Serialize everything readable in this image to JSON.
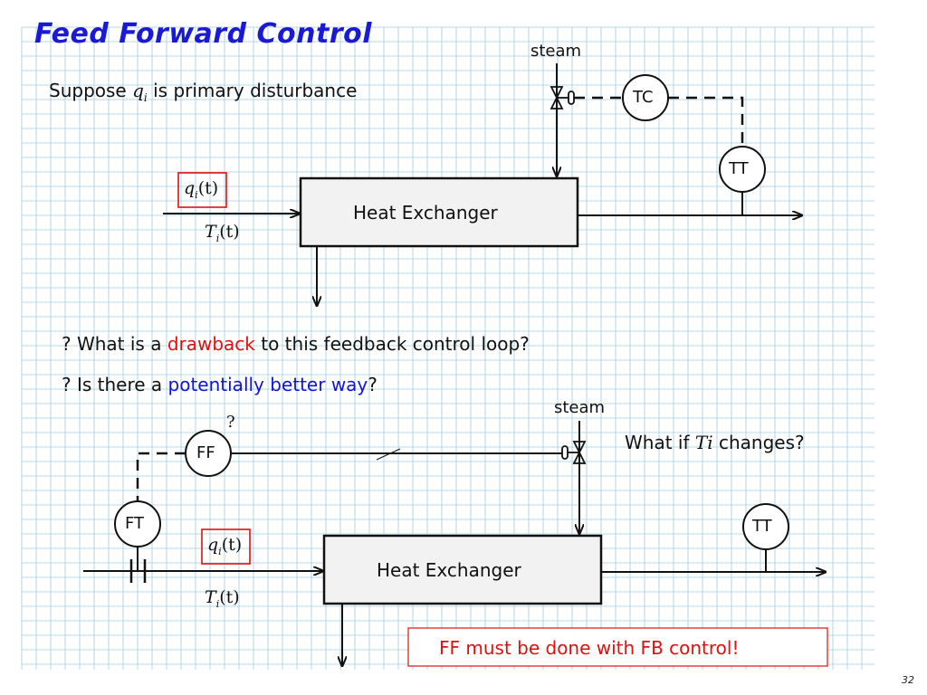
{
  "slide": {
    "title": "Feed Forward Control",
    "page_number": "32"
  },
  "top": {
    "suppose_prefix": "Suppose",
    "suppose_var": "q",
    "suppose_sub": "i",
    "suppose_suffix": "is primary disturbance",
    "steam_label": "steam",
    "tc_label": "TC",
    "tt_label": "TT",
    "exchanger_label": "Heat Exchanger",
    "qi_label": "q",
    "qi_sub": "i",
    "qi_arg": "(t)",
    "ti_label": "T",
    "ti_sub": "i",
    "ti_arg": "(t)"
  },
  "questions": {
    "q1_prefix": "? What is a",
    "q1_highlight": "drawback",
    "q1_suffix": "to this feedback control loop?",
    "q2_prefix": "? Is there a",
    "q2_highlight": "potentially better way",
    "q2_suffix": "?"
  },
  "bottom": {
    "steam_label": "steam",
    "question_mark": "?",
    "ff_label": "FF",
    "ft_label": "FT",
    "tt_label": "TT",
    "exchanger_label": "Heat Exchanger",
    "qi_label": "q",
    "qi_sub": "i",
    "qi_arg": "(t)",
    "ti_label": "T",
    "ti_sub": "i",
    "ti_arg": "(t)",
    "whatif_prefix": "What if",
    "whatif_var": "Ti",
    "whatif_suffix": "changes?",
    "note": "FF must be done with FB control!"
  },
  "colors": {
    "grid": "#9fcde0",
    "title": "#1a1ad6",
    "red": "#e01010",
    "blue": "#1212d8",
    "box_fill": "#f2f2f2"
  }
}
